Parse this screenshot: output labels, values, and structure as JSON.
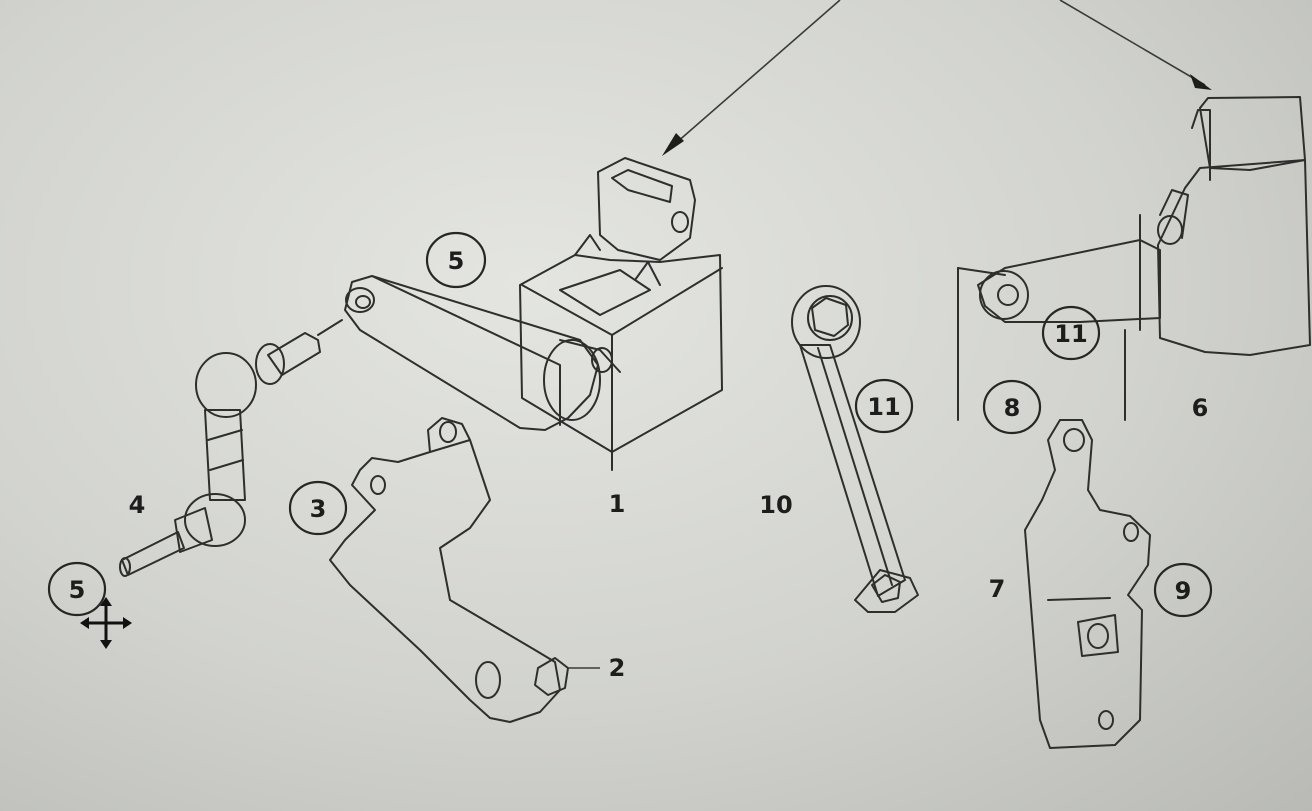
{
  "diagram": {
    "callouts": [
      {
        "id": "c5-top",
        "label": "5"
      },
      {
        "id": "c3",
        "label": "3"
      },
      {
        "id": "c5-left",
        "label": "5"
      },
      {
        "id": "c11-mid",
        "label": "11"
      },
      {
        "id": "c11-right",
        "label": "11"
      },
      {
        "id": "c8",
        "label": "8"
      },
      {
        "id": "c9",
        "label": "9"
      }
    ],
    "part_numbers": [
      {
        "id": "n1",
        "label": "1"
      },
      {
        "id": "n2",
        "label": "2"
      },
      {
        "id": "n4",
        "label": "4"
      },
      {
        "id": "n6",
        "label": "6"
      },
      {
        "id": "n7",
        "label": "7"
      },
      {
        "id": "n10",
        "label": "10"
      }
    ],
    "cursor_icon": "move-cursor-icon",
    "colors": {
      "paper": "#d8d9d5",
      "ink": "#2e2f2d"
    }
  }
}
